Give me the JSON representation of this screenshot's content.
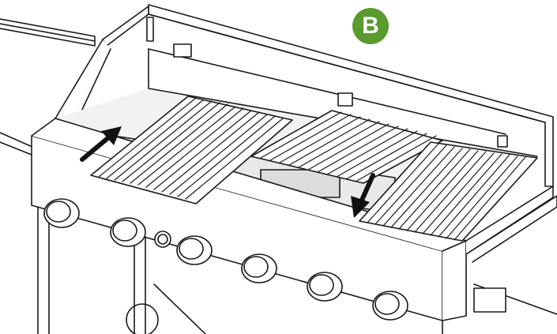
{
  "step": {
    "label": "B",
    "color": "#5a9a2e"
  },
  "figure": {
    "subject": "gas-grill-top",
    "burner_knobs": 6,
    "ignition_buttons": 1,
    "cooking_grates": 3,
    "arrows": 2,
    "line_color": "#1a1a1a",
    "fill_color": "#ffffff"
  }
}
